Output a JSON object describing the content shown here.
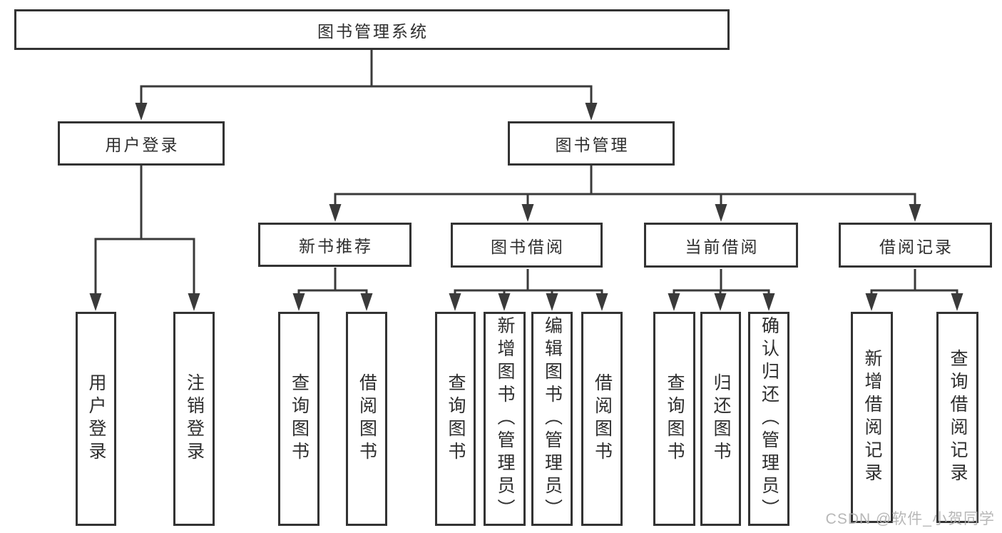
{
  "diagram_title": "图书管理系统",
  "tree": {
    "root": {
      "label": "图书管理系统"
    },
    "branches": [
      {
        "label": "用户登录",
        "children": [
          {
            "label": "用户登录"
          },
          {
            "label": "注销登录"
          }
        ]
      },
      {
        "label": "图书管理",
        "children": [
          {
            "label": "新书推荐",
            "children": [
              {
                "label": "查询图书"
              },
              {
                "label": "借阅图书"
              }
            ]
          },
          {
            "label": "图书借阅",
            "children": [
              {
                "label": "查询图书"
              },
              {
                "label": "新增图书（管理员）"
              },
              {
                "label": "编辑图书（管理员）"
              },
              {
                "label": "借阅图书"
              }
            ]
          },
          {
            "label": "当前借阅",
            "children": [
              {
                "label": "查询图书"
              },
              {
                "label": "归还图书"
              },
              {
                "label": "确认归还（管理员）"
              }
            ]
          },
          {
            "label": "借阅记录",
            "children": [
              {
                "label": "新增借阅记录"
              },
              {
                "label": "查询借阅记录"
              }
            ]
          }
        ]
      }
    ]
  },
  "watermark": "CSDN @软件_小贺同学",
  "colors": {
    "line": "#3a3a3a",
    "box_border": "#333333",
    "text": "#2e2e2e",
    "background": "#ffffff",
    "watermark": "#b0b0b0"
  }
}
